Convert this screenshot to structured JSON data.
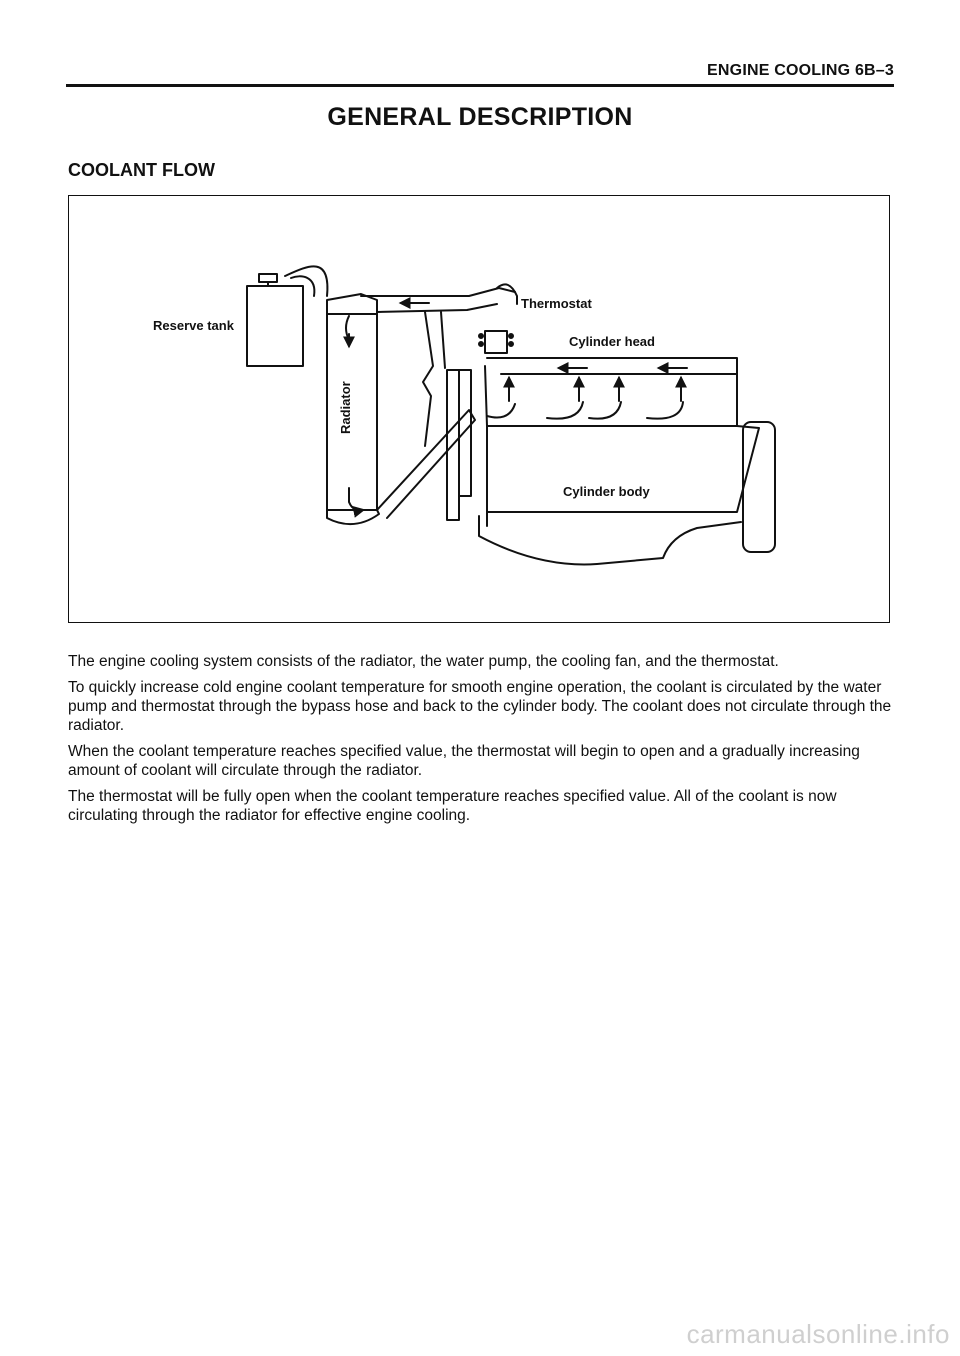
{
  "header": {
    "running_title": "ENGINE COOLING 6B–3"
  },
  "page_title": "GENERAL DESCRIPTION",
  "section_heading": "COOLANT FLOW",
  "figure": {
    "labels": {
      "reserve_tank": "Reserve tank",
      "thermostat": "Thermostat",
      "cylinder_head": "Cylinder head",
      "radiator": "Radiator",
      "cylinder_body": "Cylinder body"
    }
  },
  "body": {
    "paragraphs": [
      "The engine cooling system consists of the radiator, the water pump, the cooling fan, and the thermostat.",
      "To quickly increase cold engine coolant temperature for smooth engine operation, the coolant is circulated by the water pump and thermostat through the bypass hose and back to the cylinder body. The coolant does not circulate through the radiator.",
      "When the coolant temperature reaches specified value, the thermostat will begin to open and a gradually increasing amount of coolant will circulate through the radiator.",
      "The thermostat will be fully open when the coolant temperature reaches specified value. All of the coolant is now circulating through the radiator for effective engine cooling."
    ]
  },
  "footer": {
    "watermark": "carmanualsonline.info"
  }
}
